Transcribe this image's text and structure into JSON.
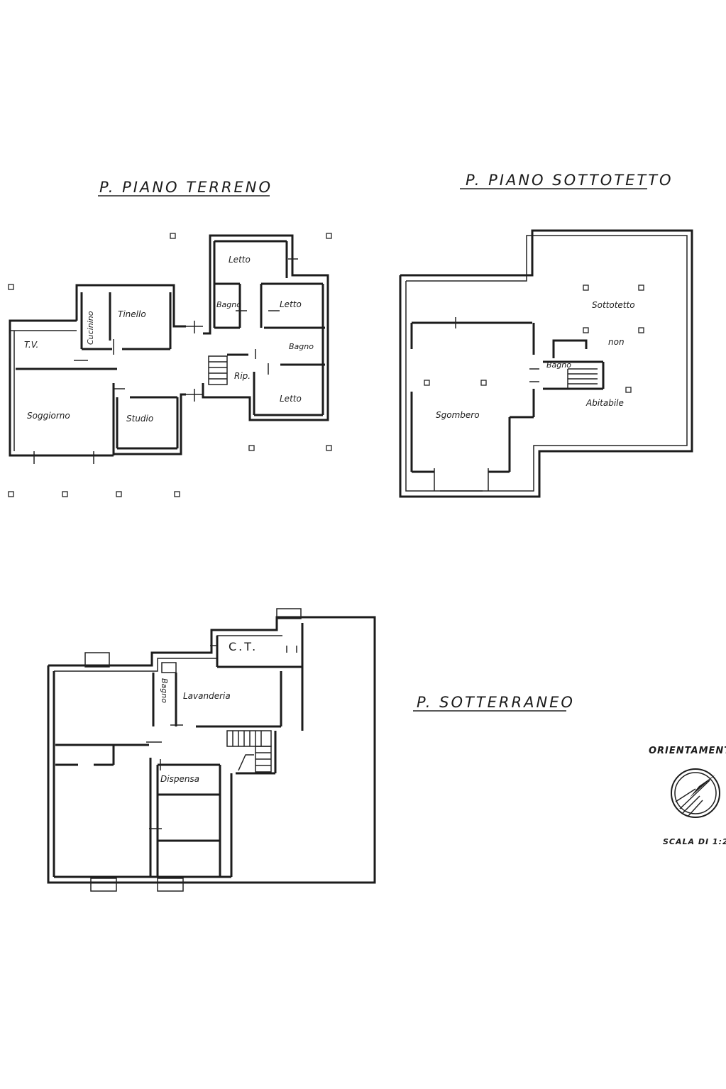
{
  "titles": {
    "terreno": "P. PIANO TERRENO",
    "sottotetto": "P. PIANO SOTTOTETTO",
    "sotterraneo": "P. SOTTERRANEO"
  },
  "ground_rooms": {
    "letto1": "Letto",
    "letto2": "Letto",
    "letto3": "Letto",
    "bagno1": "Bagno",
    "bagno2": "Bagno",
    "tinello": "Tinello",
    "cucinino": "Cucinino",
    "tv": "T.V.",
    "soggiorno": "Soggiorno",
    "studio": "Studio",
    "rip": "Rip."
  },
  "attic_rooms": {
    "sottotetto": "Sottotetto",
    "non": "non",
    "abitabile": "Abitabile",
    "bagno": "Bagno",
    "sgombero": "Sgombero"
  },
  "basement_rooms": {
    "ct": "C.T.",
    "bagno": "Bagno",
    "lavanderia": "Lavanderia",
    "dispensa": "Dispensa"
  },
  "legend": {
    "orientamento": "ORIENTAMENT",
    "scala": "SCALA DI 1:2"
  },
  "colors": {
    "ink": "#1c1c1c",
    "paper": "#ffffff"
  }
}
